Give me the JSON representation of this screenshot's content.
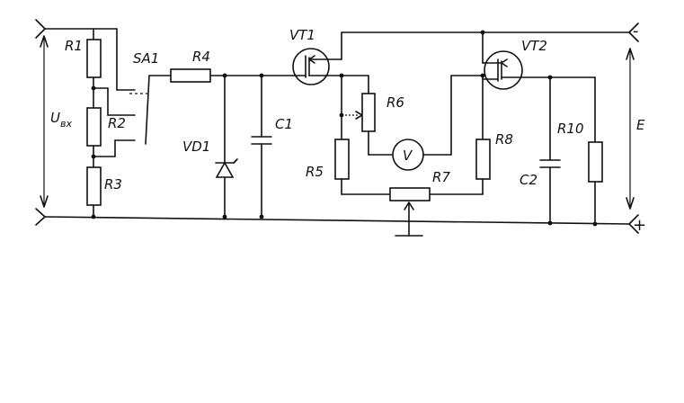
{
  "labels": {
    "r1": "R1",
    "r2": "R2",
    "r3": "R3",
    "r4": "R4",
    "r5": "R5",
    "r6": "R6",
    "r7": "R7",
    "r8": "R8",
    "r10": "R10",
    "sa1": "SA1",
    "vd1": "VD1",
    "c1": "C1",
    "c2": "C2",
    "vt1": "VT1",
    "vt2": "VT2",
    "voltmeter": "V",
    "u_in_main": "U",
    "u_in_sub": "вх",
    "e": "E",
    "terminal_minus": "-",
    "terminal_plus": "+"
  }
}
